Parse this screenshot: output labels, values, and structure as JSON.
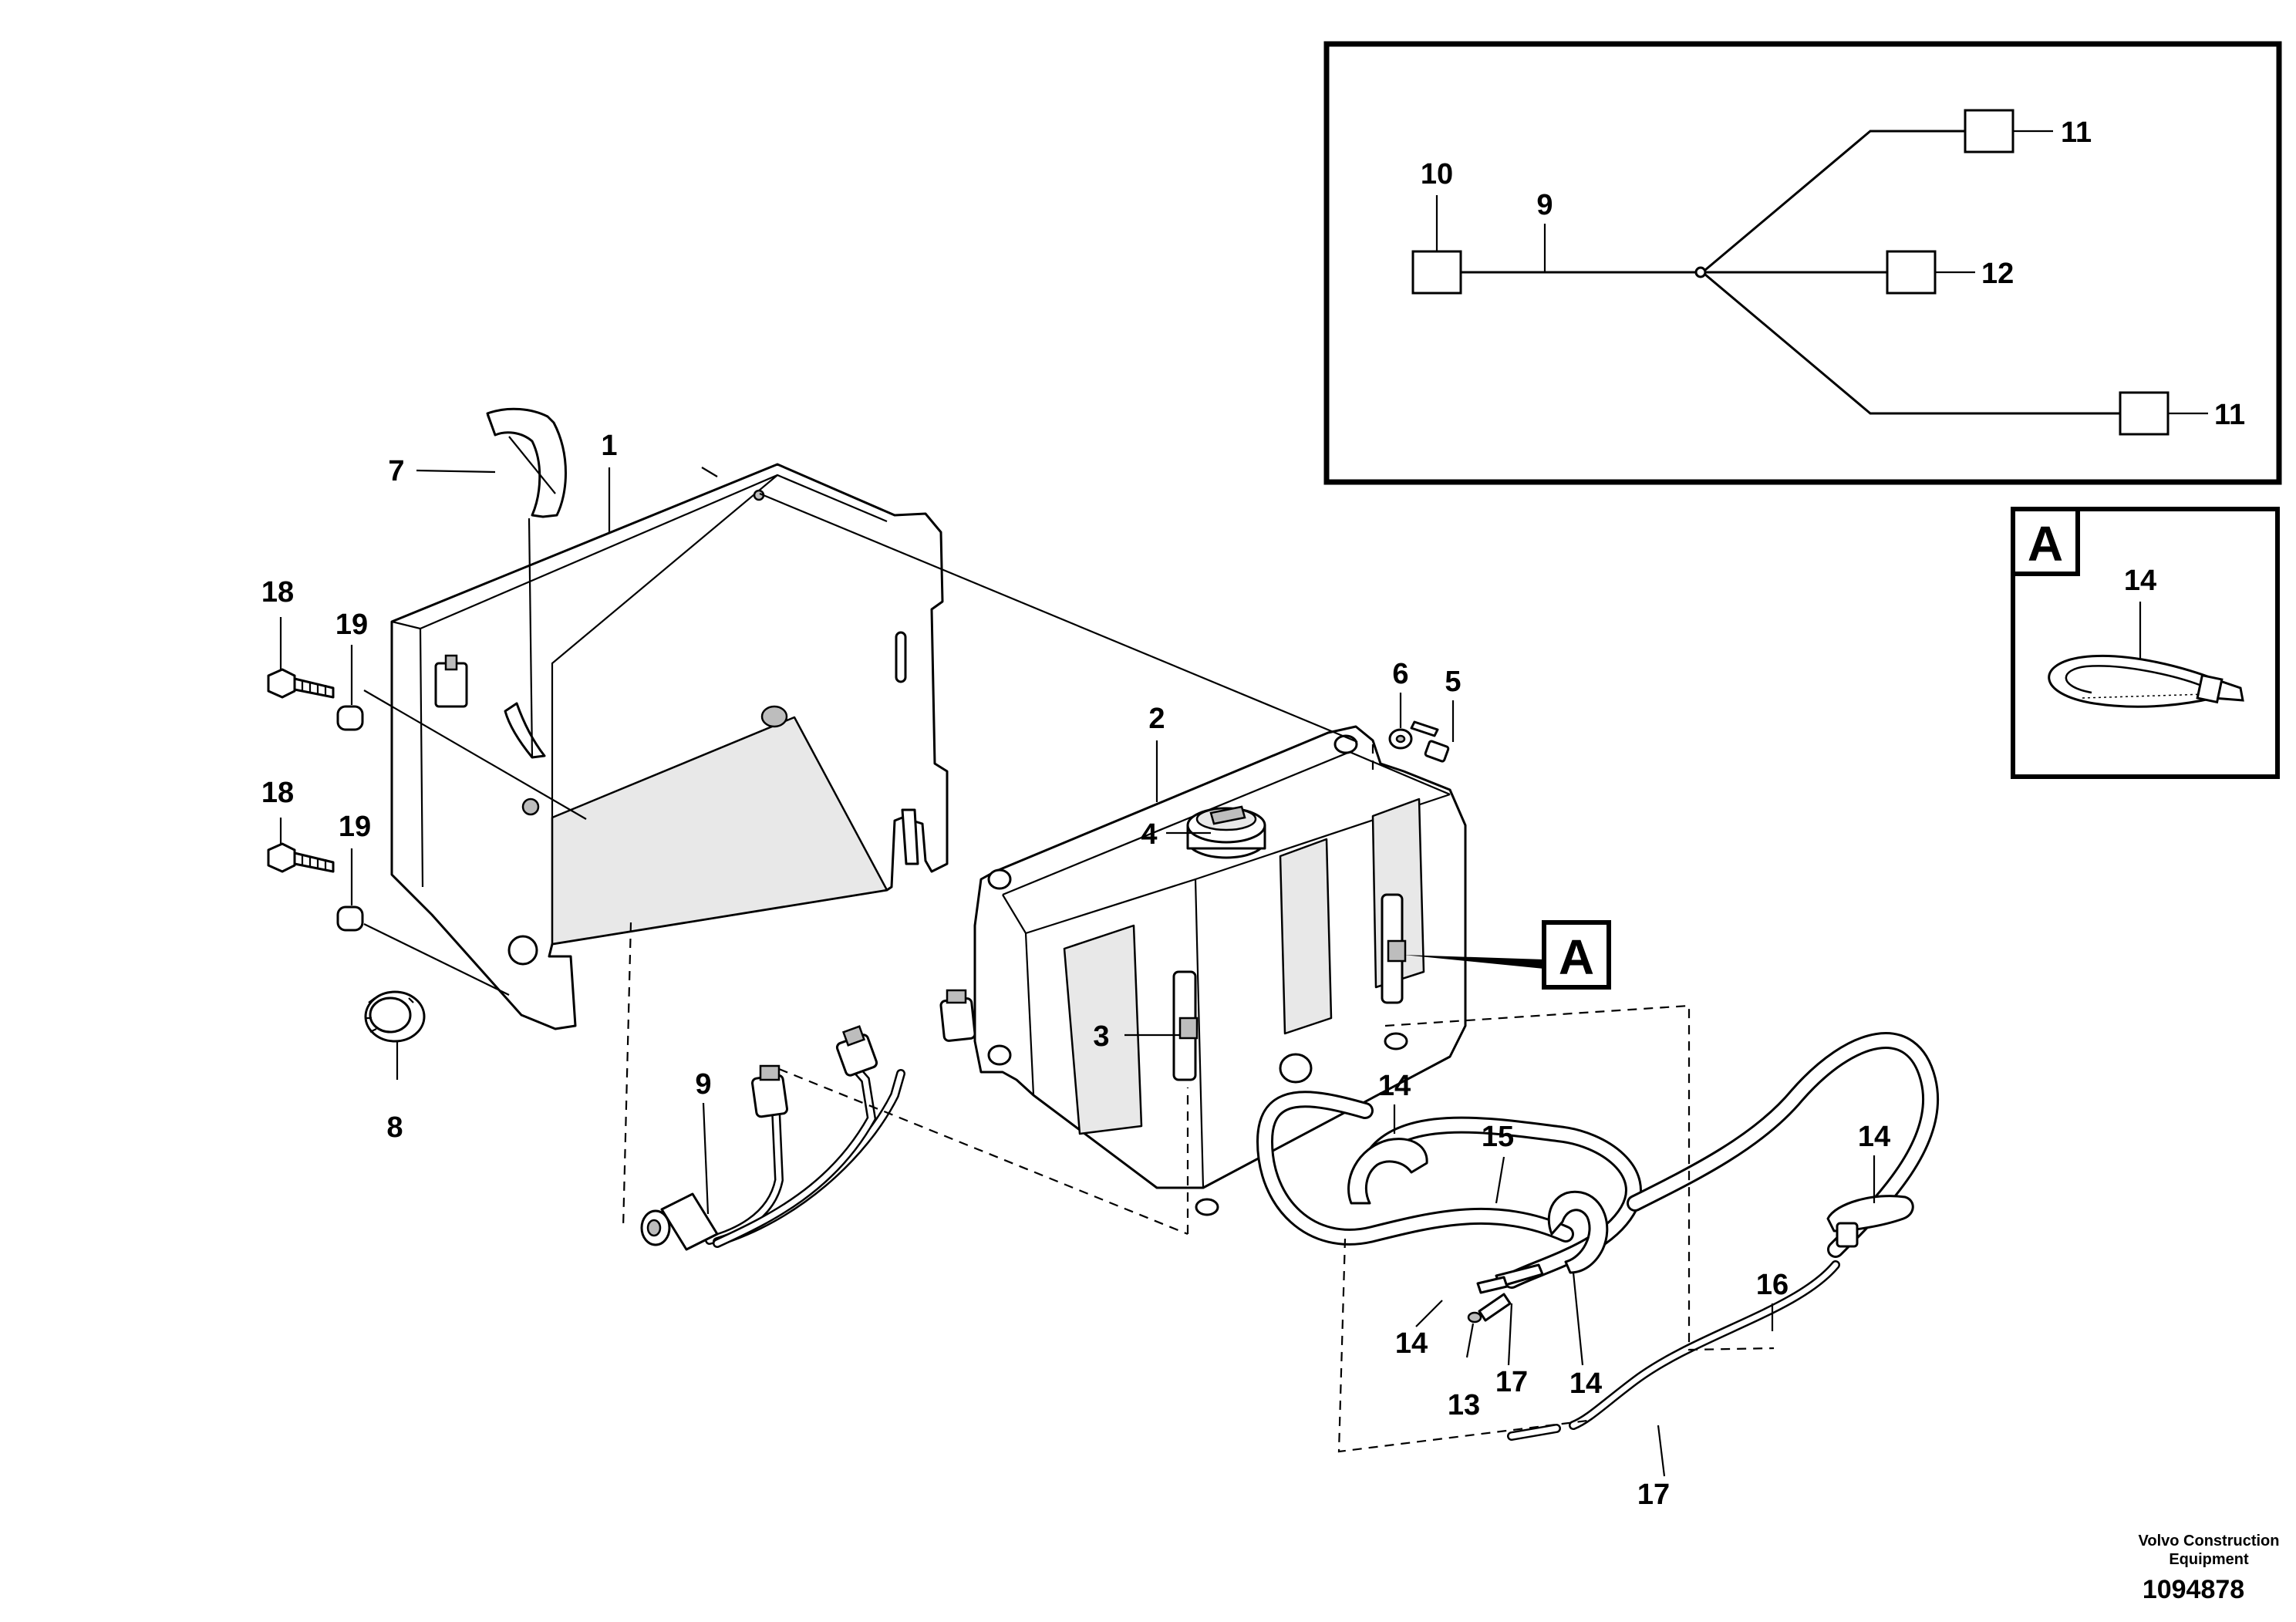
{
  "callouts": {
    "c1": "1",
    "c2": "2",
    "c3": "3",
    "c4": "4",
    "c5": "5",
    "c6": "6",
    "c7": "7",
    "c8": "8",
    "c9": "9",
    "c13": "13",
    "c14a": "14",
    "c14b": "14",
    "c14c": "14",
    "c14d": "14",
    "c15": "15",
    "c16": "16",
    "c17a": "17",
    "c17b": "17",
    "c18a": "18",
    "c18b": "18",
    "c19a": "19",
    "c19b": "19"
  },
  "inset_harness": {
    "c9": "9",
    "c10": "10",
    "c11a": "11",
    "c11b": "11",
    "c12": "12"
  },
  "inset_detail": {
    "view_letter": "A",
    "c14": "14"
  },
  "view_marker": "A",
  "footer": {
    "brand_line1": "Volvo Construction",
    "brand_line2": "Equipment",
    "doc_number": "1094878"
  }
}
